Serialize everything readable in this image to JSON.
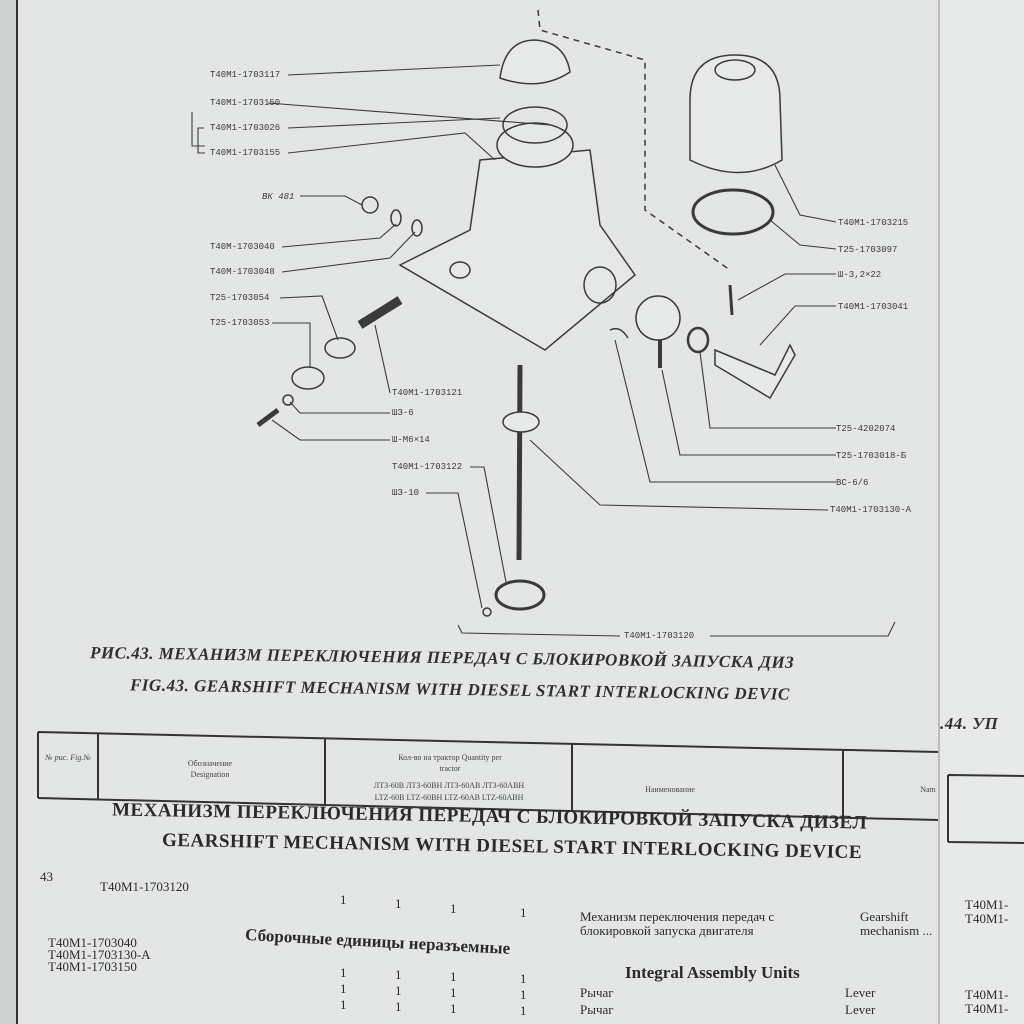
{
  "diagram": {
    "labels_left": [
      "T40M1-1703117",
      "T40M1-1703150",
      "T40M1-1703026",
      "T40M1-1703155",
      "ВК 481",
      "T40M-1703040",
      "T40M-1703048",
      "T25-1703054",
      "T25-1703053"
    ],
    "labels_center": [
      "T40M1-1703121",
      "ШЗ-6",
      "Ш-М6×14",
      "T40M1-1703122",
      "ШЗ-10"
    ],
    "labels_right": [
      "T40M1-1703215",
      "T25-1703097",
      "Ш-3,2×22",
      "T40M1-1703041",
      "T25-4202074",
      "T25-1703018-Б",
      "ВС-6/6",
      "T40M1-1703130-А"
    ],
    "label_bottom": "T40M1-1703120"
  },
  "caption": {
    "ru": "РИС.43.  МЕХАНИЗМ ПЕРЕКЛЮЧЕНИЯ ПЕРЕДАЧ С БЛОКИРОВКОЙ ЗАПУСКА ДИЗ",
    "en": "FIG.43.  GEARSHIFT MECHANISM WITH DIESEL START INTERLOCKING DEVIC",
    "next_fig": ".44.  УП"
  },
  "table_header": {
    "fig_no": "№ рис. Fig.№",
    "designation": "Обозначение Designation",
    "qty_title": "Кол-во на трактор Quantity per tractor",
    "models_ru": "ЛТЗ-60В  ЛТЗ-60ВН  ЛТЗ-60АВ  ЛТЗ-60АВН",
    "models_en": "LTZ-60B  LTZ-60BH  LTZ-60AB  LTZ-60ABH",
    "name": "Наименование",
    "name_en": "Nam"
  },
  "section": {
    "title_ru": "МЕХАНИЗМ ПЕРЕКЛЮЧЕНИЯ ПЕРЕДАЧ С БЛОКИРОВКОЙ ЗАПУСКА ДИЗЕЛ",
    "title_en": "GEARSHIFT MECHANISM WITH DIESEL START INTERLOCKING DEVICE"
  },
  "rows": {
    "fig": "43",
    "main_designation": "T40M1-1703120",
    "main_qty": [
      "1",
      "1",
      "1",
      "1"
    ],
    "main_name_ru": "Механизм переключения передач с блокировкой запуска двигателя",
    "main_name_en": "Gearshift mechanism ... start",
    "subhead_ru": "Сборочные единицы неразъемные",
    "subhead_en": "Integral Assembly Units",
    "items": [
      {
        "designation": "T40M1-1703040",
        "qty": [
          "1",
          "1",
          "1",
          "1"
        ],
        "name_ru": "Рычаг",
        "name_en": "Lever"
      },
      {
        "designation": "T40M1-1703130-А",
        "qty": [
          "1",
          "1",
          "1",
          "1"
        ],
        "name_ru": "Рычаг",
        "name_en": "Lever"
      },
      {
        "designation": "T40M1-1703150",
        "qty": [
          "1",
          "1",
          "1",
          "1"
        ],
        "name_ru": "",
        "name_en": ""
      }
    ],
    "right_page": [
      "T40M1-",
      "T40M1-",
      "T40M1-",
      "T40M1-"
    ]
  }
}
